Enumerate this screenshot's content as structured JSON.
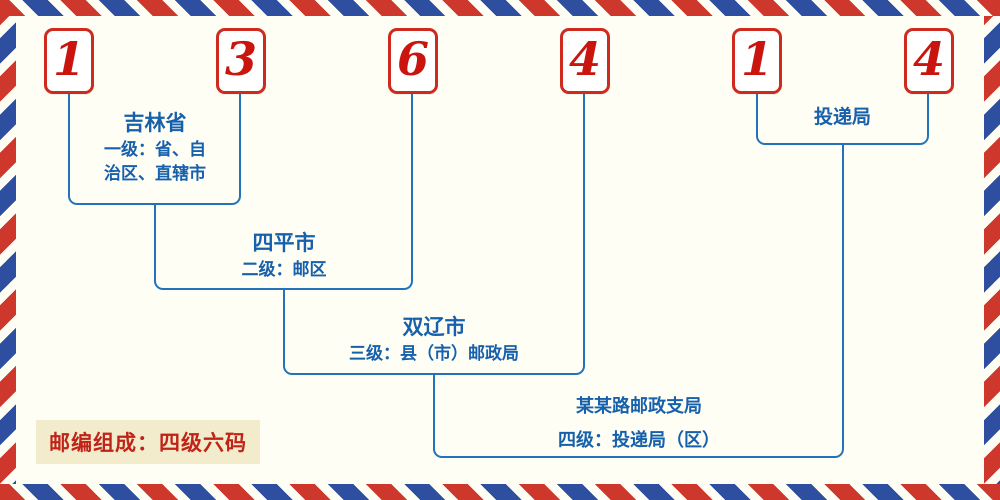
{
  "theme": {
    "stripe_red": "#CE372B",
    "stripe_blue": "#2E4F9F",
    "digit_red": "#C9150E",
    "box_border_red": "#CF2A1E",
    "connector_blue": "#2273BC",
    "label_blue": "#1760AC",
    "note_red": "#C02318",
    "note_bg": "#F2EBCC",
    "background": "#FFFEF4"
  },
  "postal_code": {
    "digits": [
      "1",
      "3",
      "6",
      "4",
      "1",
      "4"
    ]
  },
  "labels": {
    "level1": {
      "name": "吉林省",
      "desc_line1": "一级：省、自",
      "desc_line2": "治区、直辖市"
    },
    "level2": {
      "name": "四平市",
      "desc": "二级：邮区"
    },
    "level3": {
      "name": "双辽市",
      "desc": "三级：县（市）邮政局"
    },
    "level4": {
      "name": "某某路邮政支局",
      "desc": "四级：投递局（区）"
    },
    "delivery": {
      "name": "投递局"
    }
  },
  "note": {
    "text": "邮编组成：四级六码"
  }
}
